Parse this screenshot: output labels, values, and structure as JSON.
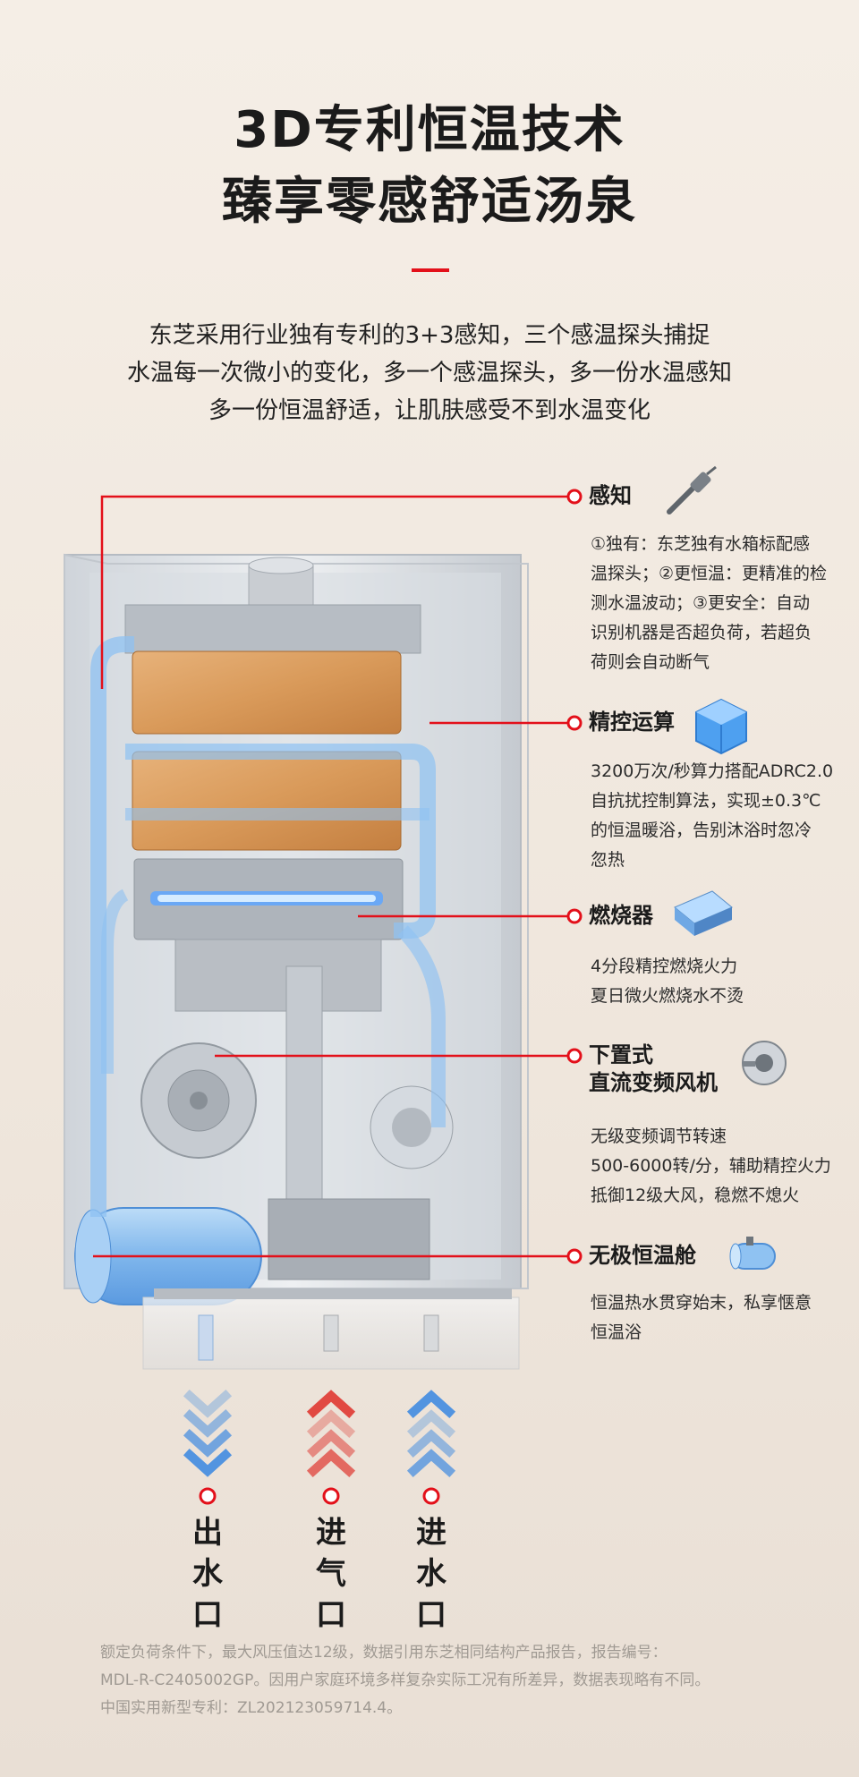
{
  "headline": {
    "line1": "3D专利恒温技术",
    "line2": "臻享零感舒适汤泉"
  },
  "intro": {
    "line1": "东芝采用行业独有专利的3+3感知，三个感温探头捕捉",
    "line2": "水温每一次微小的变化，多一个感温探头，多一份水温感知",
    "line3": "多一份恒温舒适，让肌肤感受不到水温变化"
  },
  "features": [
    {
      "title": "感知",
      "icon": "temperature-probe-icon",
      "desc": [
        "①独有：东芝独有水箱标配感",
        "温探头；②更恒温：更精准的检",
        "测水温波动；③更安全：自动",
        "识别机器是否超负荷，若超负",
        "荷则会自动断气"
      ]
    },
    {
      "title": "精控运算",
      "icon": "chip-cube-icon",
      "desc": [
        "3200万次/秒算力搭配ADRC2.0",
        "自抗扰控制算法，实现±0.3℃",
        "的恒温暖浴，告别沐浴时忽冷",
        "忽热"
      ]
    },
    {
      "title": "燃烧器",
      "icon": "burner-icon",
      "desc": [
        "4分段精控燃烧火力",
        "夏日微火燃烧水不烫"
      ]
    },
    {
      "title_line1": "下置式",
      "title_line2": "直流变频风机",
      "icon": "fan-icon",
      "desc": [
        "无级变频调节转速",
        "500-6000转/分，辅助精控火力",
        "抵御12级大风，稳燃不熄火"
      ]
    },
    {
      "title": "无极恒温舱",
      "icon": "thermostat-tank-icon",
      "desc": [
        "恒温热水贯穿始末，私享惬意",
        "恒温浴"
      ]
    }
  ],
  "ports": [
    {
      "label": "出水口",
      "chars": [
        "出",
        "水",
        "口"
      ],
      "arrow": "down",
      "color": "#4a8fe0"
    },
    {
      "label": "进气口",
      "chars": [
        "进",
        "气",
        "口"
      ],
      "arrow": "up",
      "color": "#e0403a"
    },
    {
      "label": "进水口",
      "chars": [
        "进",
        "水",
        "口"
      ],
      "arrow": "up",
      "color": "#4a8fe0"
    }
  ],
  "footnote": {
    "line1": "额定负荷条件下，最大风压值达12级，数据引用东芝相同结构产品报告，报告编号：",
    "line2": "MDL-R-C2405002GP。因用户家庭环境多样复杂实际工况有所差异，数据表现略有不同。",
    "line3": "中国实用新型专利：ZL202123059714.4。"
  },
  "colors": {
    "accent_red": "#e3101a",
    "water_blue": "#4a8fe0",
    "gas_red": "#e0403a"
  }
}
